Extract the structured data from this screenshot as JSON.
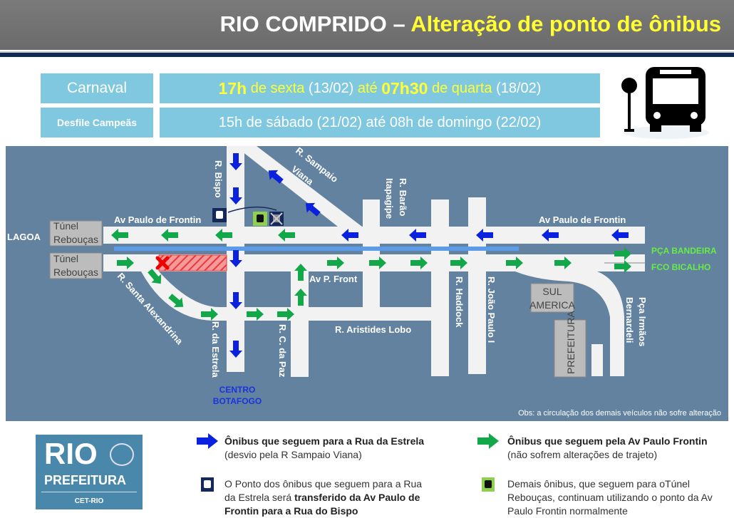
{
  "header": {
    "title_prefix": "RIO COMPRIDO –",
    "title_highlight": "Alteração de ponto de ônibus"
  },
  "schedule": [
    {
      "label": "Carnaval",
      "time_start": "17h",
      "day_start": "de sexta",
      "date_start": "(13/02)",
      "until": "até",
      "time_end": "07h30",
      "day_end": "de quarta",
      "date_end": "(18/02)"
    },
    {
      "label": "Desfile Campeãs",
      "text": "15h de sábado (21/02) até 08h de domingo (22/02)"
    }
  ],
  "icons": {
    "header": "bus-stop-icon",
    "new_stop": "bus-stop-blue-icon",
    "existing_stop": "bus-stop-green-icon",
    "closed": "red-x-icon"
  },
  "colors": {
    "map_bg": "#62829f",
    "road": "#f2f2f2",
    "blue_arrow": "#0a22e0",
    "green_arrow": "#12a84a",
    "median": "#5b9be8",
    "green_label": "#66ee44",
    "blue_label": "#1a33dd"
  },
  "map": {
    "lagoa": "LAGOA",
    "tunnel_top": [
      "Túnel",
      "Rebouças"
    ],
    "tunnel_bottom": [
      "Túnel",
      "Rebouças"
    ],
    "av_paulo_frontin_left": "Av Paulo de Frontin",
    "av_paulo_frontin_right": "Av Paulo de Frontin",
    "av_p_front": "Av P. Front",
    "r_bispo": "R. Bispo",
    "r_sampaio": [
      "R. Sampaio",
      "Viana"
    ],
    "r_barao": [
      "R. Barão",
      "Itapagipe"
    ],
    "r_santa_alexandrina": "R. Santa Alexandrina",
    "r_estrela": "R. da Estrela",
    "r_c_paz": "R. C. da Paz",
    "r_aristides": "R. Aristides Lobo",
    "r_haddock": "R. Haddock",
    "r_joao_paulo": "R. João Paulo I",
    "pca_irmaos": [
      "Pça Irmãos",
      "Bernardeli"
    ],
    "sul_america": [
      "SUL",
      "AMERICA"
    ],
    "prefeitura": "PREFEITURA",
    "pca_bandeira": "PÇA BANDEIRA",
    "fco_bicalho": "FCO BICALHO",
    "centro": "CENTRO",
    "botafogo": "BOTAFOGO",
    "obs": "Obs: a circulação dos demais veículos não sofre alteração"
  },
  "legend": {
    "blue_bold": "Ônibus que seguem para a Rua da Estrela",
    "blue_rest": " (desvio pela R Sampaio Viana)",
    "green_bold": "Ônibus que seguem pela Av Paulo Frontin",
    "green_rest": " (não sofrem alterações de trajeto)",
    "stop_blue_pre": "O Ponto dos ônibus que seguem para a Rua da Estrela será ",
    "stop_blue_bold": "transferido da Av Paulo de Frontin para a Rua do Bispo",
    "stop_green": "Demais ônibus, que seguem para oTúnel Rebouças, continuam utilizando o ponto da Av Paulo Frontin normalmente"
  },
  "logo": {
    "rio": "RIO",
    "prefeitura": "PREFEITURA",
    "cet": "CET-RIO"
  }
}
